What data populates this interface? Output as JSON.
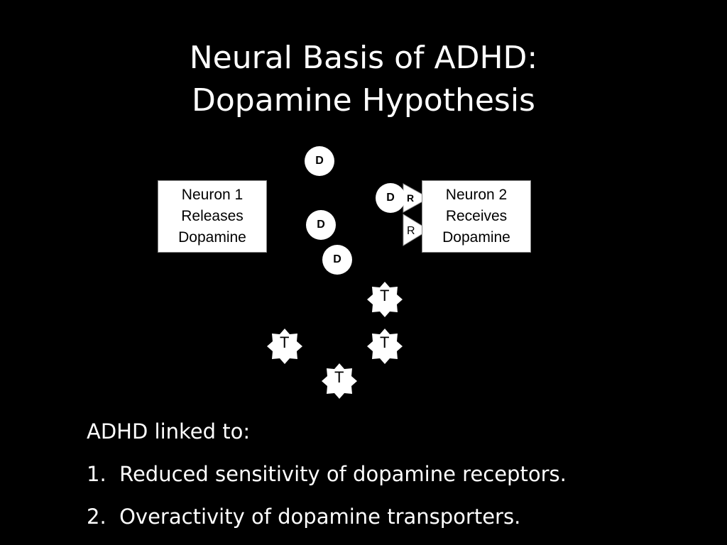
{
  "slide": {
    "title_line1": "Neural Basis of ADHD:",
    "title_line2": "Dopamine Hypothesis"
  },
  "diagram": {
    "neuron1": [
      "Neuron 1",
      "Releases",
      "Dopamine"
    ],
    "neuron2": [
      "Neuron 2",
      "Receives",
      "Dopamine"
    ],
    "dopamine_label": "D",
    "receptor_label": "R",
    "transporter_label": "T"
  },
  "notes": {
    "heading": "ADHD linked to:",
    "items": [
      "1.  Reduced sensitivity of dopamine receptors.",
      "2.  Overactivity of dopamine transporters."
    ]
  }
}
